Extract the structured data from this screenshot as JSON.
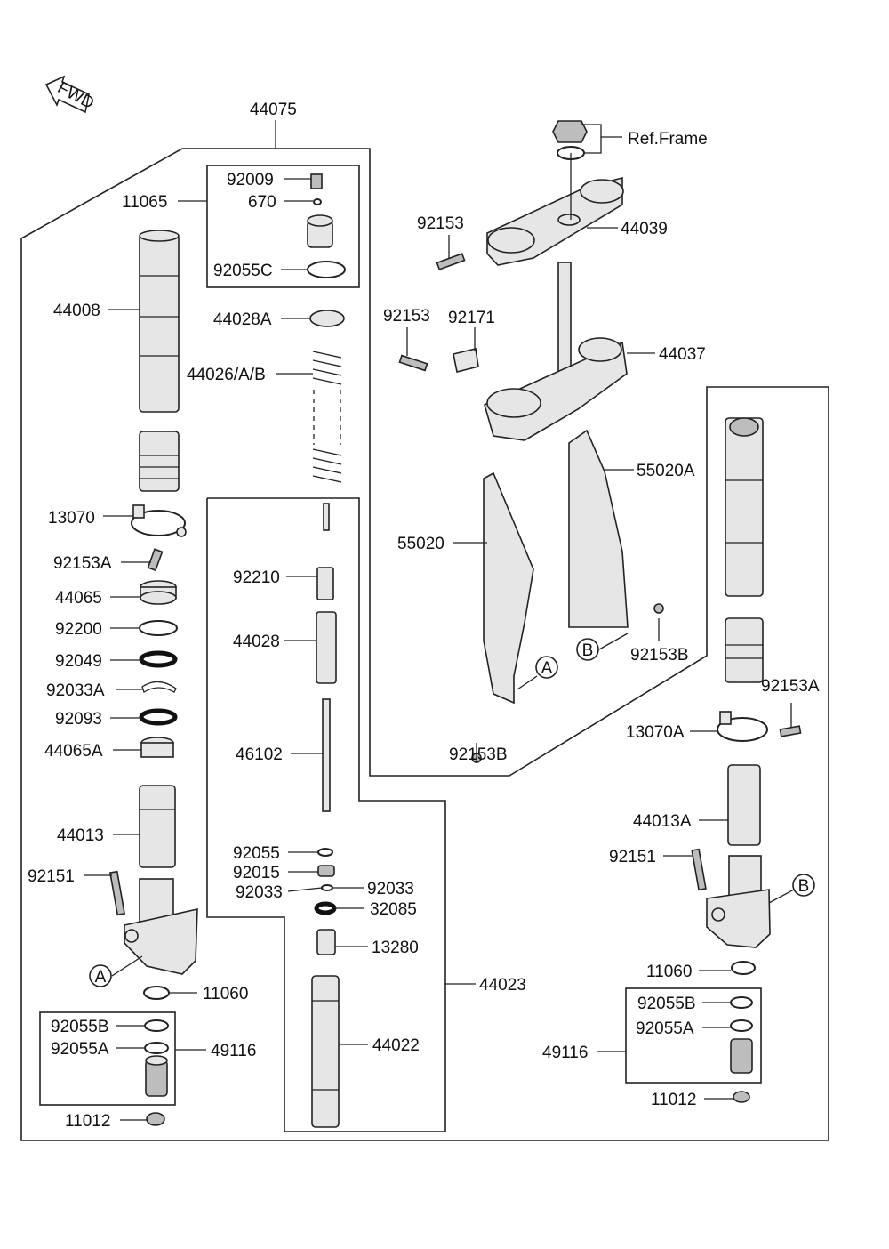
{
  "diagram": {
    "fwd_label": "FWD",
    "callouts": {
      "c44075": "44075",
      "c11065": "11065",
      "c92009": "92009",
      "c670": "670",
      "c92055C": "92055C",
      "c44008": "44008",
      "c44028A": "44028A",
      "c44026": "44026/A/B",
      "c13070": "13070",
      "c92153A_l": "92153A",
      "c44065": "44065",
      "c92200": "92200",
      "c92049": "92049",
      "c92033A": "92033A",
      "c92093": "92093",
      "c44065A": "44065A",
      "c44013": "44013",
      "c92151_l": "92151",
      "c11060_l": "11060",
      "c92055B_l": "92055B",
      "c92055A_l": "92055A",
      "c49116_l": "49116",
      "c11012_l": "11012",
      "c92210": "92210",
      "c44028": "44028",
      "c46102": "46102",
      "c92055": "92055",
      "c92015": "92015",
      "c92033_a": "92033",
      "c92033_b": "92033",
      "c32085": "32085",
      "c13280": "13280",
      "c44023": "44023",
      "c44022": "44022",
      "c_ref_frame": "Ref.Frame",
      "c92153_top": "92153",
      "c44039": "44039",
      "c92153_mid": "92153",
      "c92171": "92171",
      "c44037": "44037",
      "c55020A": "55020A",
      "c55020": "55020",
      "c92153B_a": "92153B",
      "c92153B_b": "92153B",
      "c92153A_r": "92153A",
      "c13070A": "13070A",
      "c44013A": "44013A",
      "c92151_r": "92151",
      "c11060_r": "11060",
      "c92055B_r": "92055B",
      "c92055A_r": "92055A",
      "c49116_r": "49116",
      "c11012_r": "11012",
      "mark_A_left": "A",
      "mark_A_guard": "A",
      "mark_B_guard": "B",
      "mark_B_right": "B"
    }
  }
}
